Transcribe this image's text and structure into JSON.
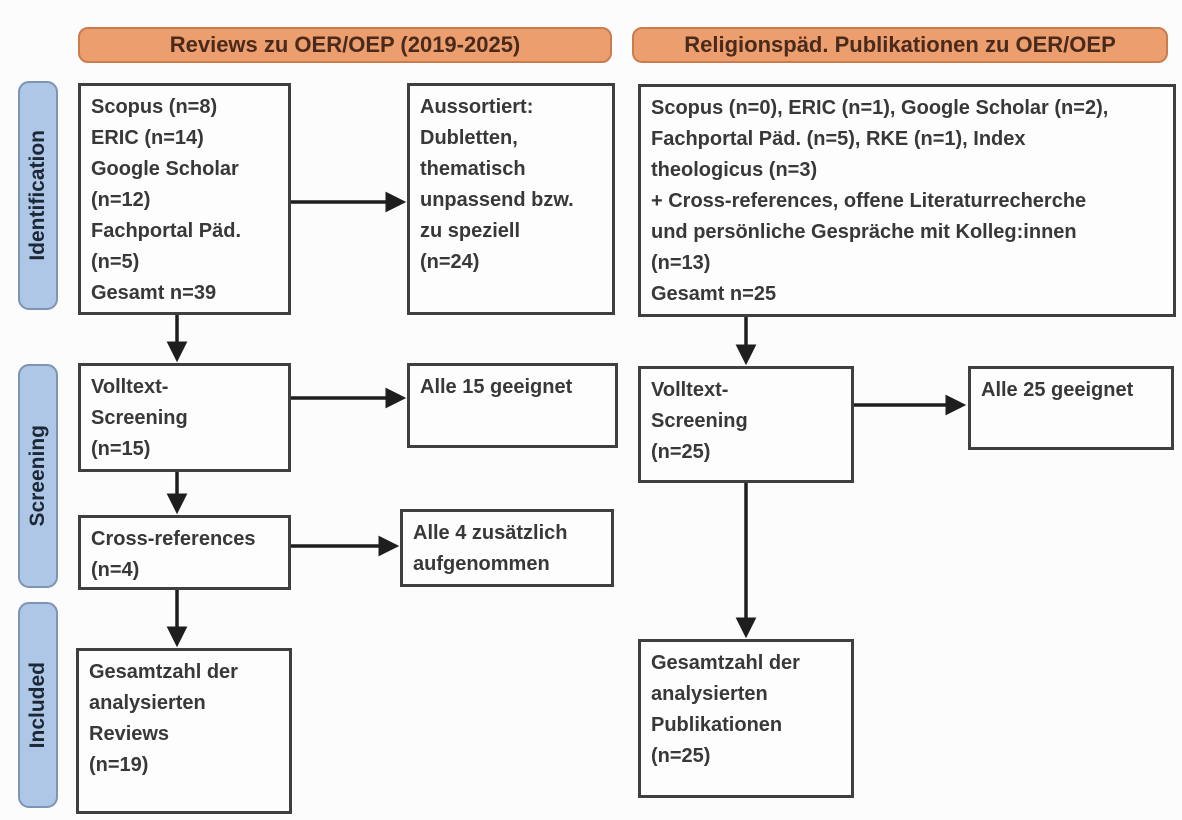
{
  "headers": {
    "left": "Reviews zu OER/OEP (2019-2025)",
    "right": "Religionspäd. Publikationen zu OER/OEP"
  },
  "stages": {
    "identification": "Identification",
    "screening": "Screening",
    "included": "Included"
  },
  "left_flow": {
    "sources": "Scopus (n=8)\nERIC (n=14)\nGoogle Scholar\n(n=12)\nFachportal Päd.\n(n=5)\nGesamt n=39",
    "excluded": "Aussortiert:\nDubletten,\nthematisch\nunpassend bzw.\nzu speziell\n(n=24)",
    "fulltext_screening": "Volltext-\nScreening\n(n=15)",
    "fulltext_result": "Alle 15 geeignet",
    "cross_references": "Cross-references\n(n=4)",
    "cross_references_result": "Alle 4 zusätzlich\naufgenommen",
    "included_total": "Gesamtzahl der\nanalysierten\nReviews\n(n=19)"
  },
  "right_flow": {
    "sources": "Scopus (n=0), ERIC (n=1), Google Scholar (n=2),\nFachportal Päd. (n=5), RKE (n=1), Index\ntheologicus (n=3)\n+ Cross-references, offene Literaturrecherche\nund persönliche Gespräche mit Kolleg:innen\n(n=13)\nGesamt n=25",
    "fulltext_screening": "Volltext-\nScreening\n(n=25)",
    "fulltext_result": "Alle 25 geeignet",
    "included_total": "Gesamtzahl der\nanalysierten\nPublikationen\n(n=25)"
  },
  "colors": {
    "header_fill": "#EC9E6F",
    "header_border": "#C97C4E",
    "header_text": "#4A2A1A",
    "stage_fill": "#AFC7E7",
    "stage_border": "#7D94B5",
    "stage_text": "#1D2836",
    "box_border": "#3F3F3F",
    "box_text": "#383838",
    "arrow": "#1E1E1E"
  }
}
